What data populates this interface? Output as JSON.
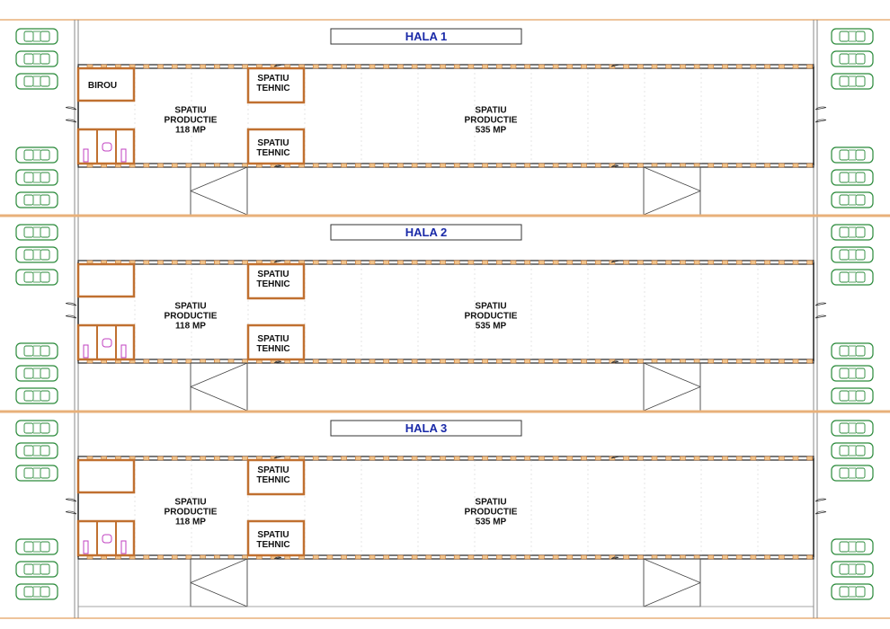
{
  "plan": {
    "colors": {
      "wall": "#222222",
      "band": "#e8b07a",
      "partition": "#c07030",
      "car": "#2a8a3a",
      "fixture": "#c040c0",
      "title": "#1a2aa8",
      "grid": "#bbbbbb"
    },
    "halls": [
      {
        "title": "HALA 1",
        "office_label": "BIROU",
        "production_small": [
          "SPATIU",
          "PRODUCTIE",
          "118 MP"
        ],
        "production_large": [
          "SPATIU",
          "PRODUCTIE",
          "535 MP"
        ],
        "technical_top": [
          "SPATIU",
          "TEHNIC"
        ],
        "technical_bottom": [
          "SPATIU",
          "TEHNIC"
        ]
      },
      {
        "title": "HALA 2",
        "office_label": "",
        "production_small": [
          "SPATIU",
          "PRODUCTIE",
          "118 MP"
        ],
        "production_large": [
          "SPATIU",
          "PRODUCTIE",
          "535 MP"
        ],
        "technical_top": [
          "SPATIU",
          "TEHNIC"
        ],
        "technical_bottom": [
          "SPATIU",
          "TEHNIC"
        ]
      },
      {
        "title": "HALA 3",
        "office_label": "",
        "production_small": [
          "SPATIU",
          "PRODUCTIE",
          "118 MP"
        ],
        "production_large": [
          "SPATIU",
          "PRODUCTIE",
          "535 MP"
        ],
        "technical_top": [
          "SPATIU",
          "TEHNIC"
        ],
        "technical_bottom": [
          "SPATIU",
          "TEHNIC"
        ]
      }
    ],
    "parking": {
      "left_per_hall": 6,
      "right_per_hall": 6,
      "icon": "car-icon"
    }
  }
}
